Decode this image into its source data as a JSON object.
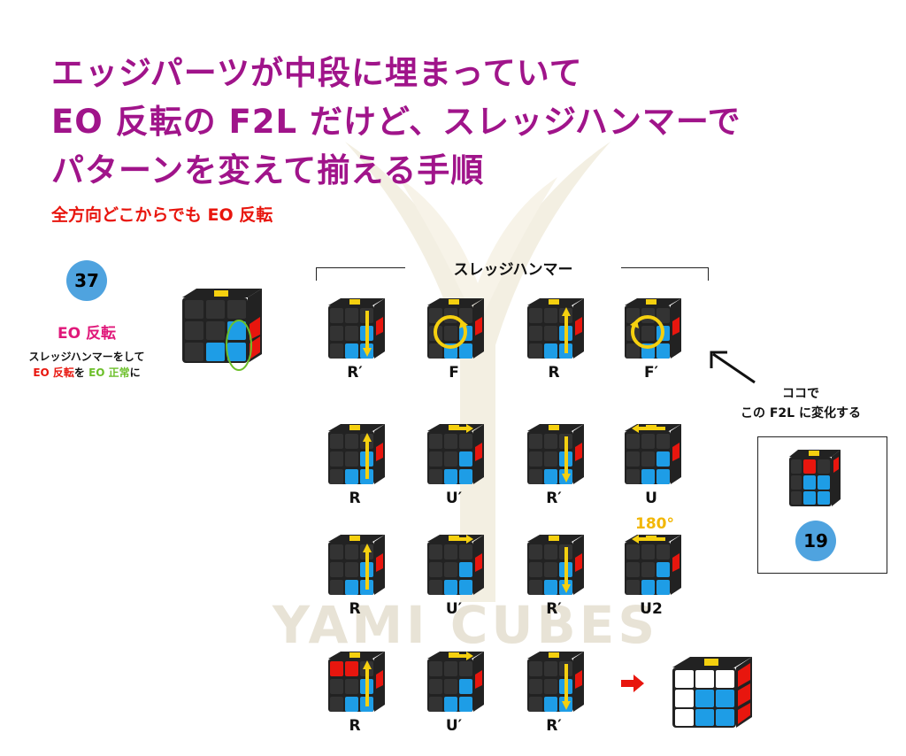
{
  "colors": {
    "title": "#a0148a",
    "subtitle": "#e8160e",
    "eo_flip": "#e0187a",
    "eo_normal": "#6cbf2a",
    "badge": "#4fa3df",
    "arrow_yellow": "#f5d00f",
    "u2_angle": "#f2b705",
    "red_arrow": "#e8160e"
  },
  "title_lines": [
    "エッジパーツが中段に埋まっていて",
    "EO 反転の F2L だけど、スレッジハンマーで",
    "パターンを変えて揃える手順"
  ],
  "subtitle": "全方向どこからでも EO 反転",
  "watermark": "YAMI CUBES",
  "case": {
    "number": "37",
    "label": "EO 反転",
    "desc_line1": "スレッジハンマーをして",
    "desc_flip": "EO 反転",
    "desc_wo": "を",
    "desc_normal": "EO 正常",
    "desc_ni": "に"
  },
  "sledgehammer_label": "スレッジハンマー",
  "moves": [
    [
      "R′",
      "F",
      "R",
      "F′"
    ],
    [
      "R",
      "U′",
      "R′",
      "U"
    ],
    [
      "R",
      "U′",
      "R′",
      "U2"
    ],
    [
      "R",
      "U′",
      "R′"
    ]
  ],
  "u2_angle": "180°",
  "note": {
    "line1": "ココで",
    "line2": "この F2L に変化する",
    "target_number": "19"
  },
  "icons": [
    "cube-icon",
    "arrow-icon",
    "rotate-arrow-icon",
    "right-arrow-icon",
    "pointer-arrow-icon"
  ]
}
